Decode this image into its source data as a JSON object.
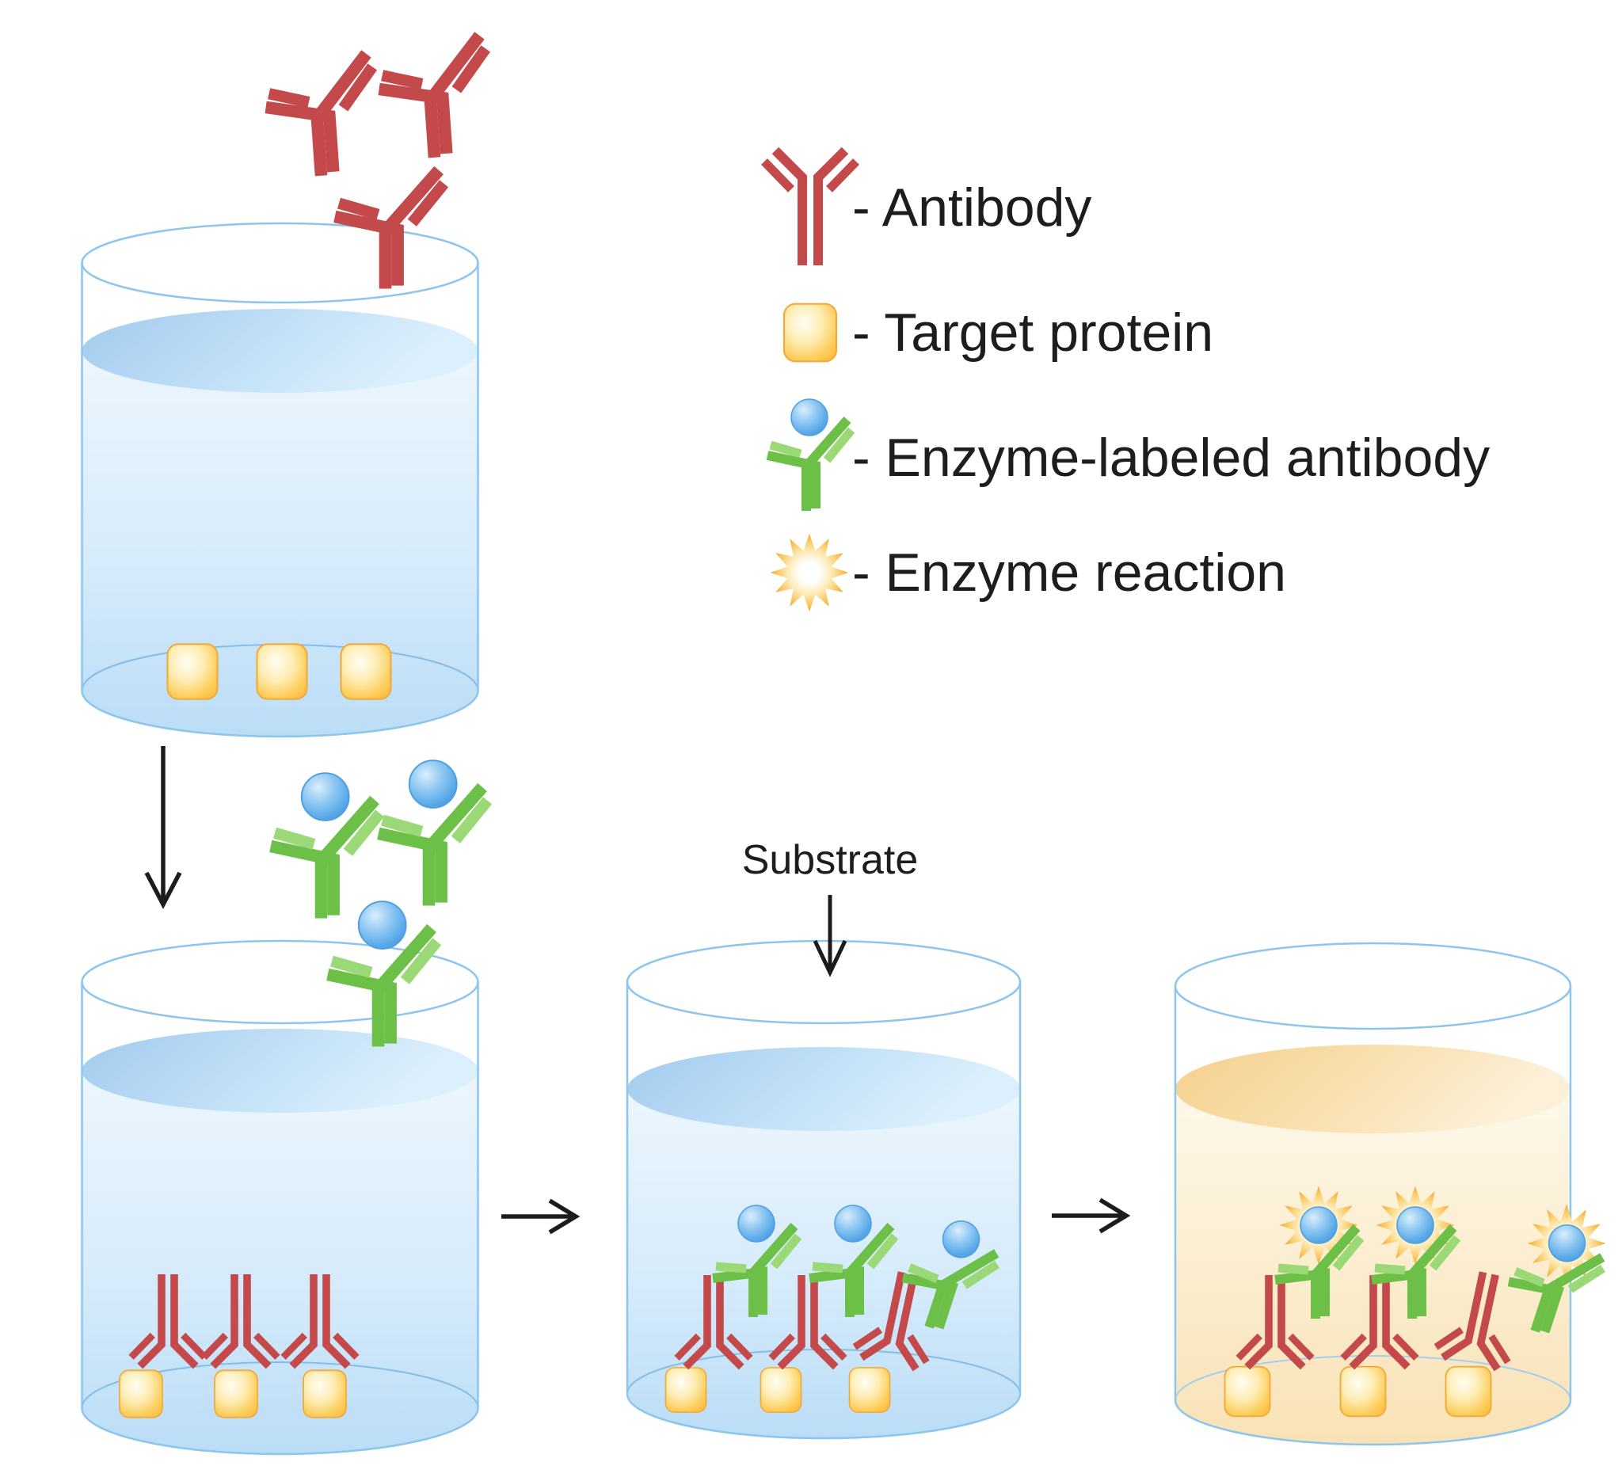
{
  "legend": {
    "items": [
      {
        "icon": "antibody-icon",
        "label": "- Antibody"
      },
      {
        "icon": "target-protein-icon",
        "label": "- Target protein"
      },
      {
        "icon": "enzyme-labeled-antibody-icon",
        "label": "- Enzyme-labeled antibody"
      },
      {
        "icon": "enzyme-reaction-icon",
        "label": "- Enzyme reaction"
      }
    ]
  },
  "labels": {
    "substrate": "Substrate"
  },
  "colors": {
    "antibody_red": "#C4494B",
    "enzyme_antibody_green": "#6CC047",
    "enzyme_antibody_green_light": "#9BD977",
    "enzyme_ball_blue": "#59A9E8",
    "target_protein_yellow": "#FBBB3E",
    "reaction_burst_orange": "#F5A62B",
    "liquid_blue": "#BADDF6",
    "liquid_orange_substrate": "#F9E2B5",
    "glass_outline_blue": "#8CC5EE",
    "arrow_black": "#1C1C1C",
    "text_black": "#1D1D1F"
  }
}
